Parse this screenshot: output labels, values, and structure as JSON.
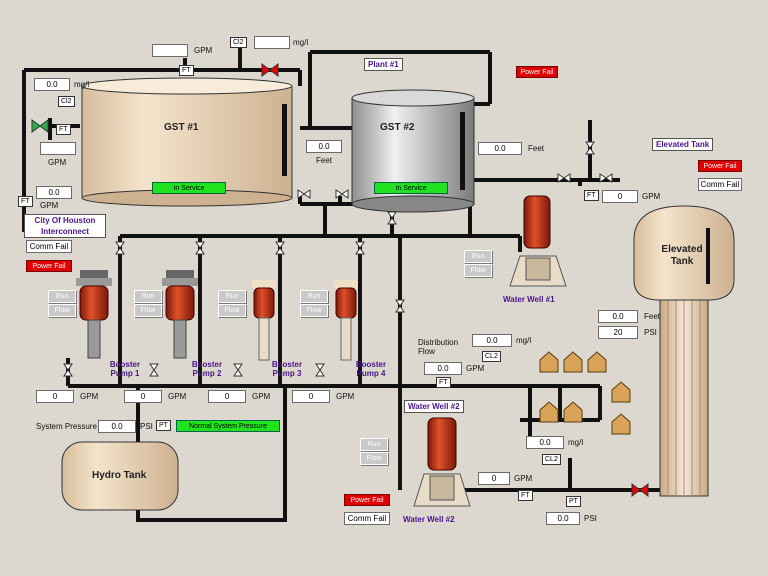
{
  "colors": {
    "pipe": "#111111",
    "background": "#dcd8cf",
    "alarm": "#e00000",
    "ok": "#1ee31e",
    "text_title": "#4a148c"
  },
  "gst1": {
    "label": "GST #1",
    "status": "In Service",
    "inflow_gpm": "",
    "gpm_unit": "GPM",
    "mgl_value": "0.0",
    "mgl_unit": "mg/l",
    "level": "",
    "level_unit": "GPM",
    "outflow_gpm": "0.0",
    "outflow_unit": "GPM",
    "cl2_tag": "Cl2",
    "ft_tag": "FT"
  },
  "gst2": {
    "label": "GST #2",
    "status": "In Service",
    "level_value": "0.0",
    "level_unit": "Feet",
    "feet_value": "0.0",
    "feet_unit": "Feet",
    "mgl_value": "",
    "mgl_unit": "mg/l",
    "cl2_tag": "CL2"
  },
  "plant": {
    "title": "Plant #1",
    "power_fail": "Power Fail"
  },
  "houston": {
    "title": "City Of Houston Interconnect",
    "comm_fail": "Comm Fail",
    "power_fail": "Power Fail",
    "ft_tag": "FT"
  },
  "pumps": [
    {
      "name": "Booster Pump 1",
      "run": "Run",
      "flow": "Flow",
      "gpm": "0",
      "unit": "GPM"
    },
    {
      "name": "Booster Pump 2",
      "run": "Run",
      "flow": "Flow",
      "gpm": "0",
      "unit": "GPM"
    },
    {
      "name": "Booster Pump 3",
      "run": "Run",
      "flow": "Flow",
      "gpm": "0",
      "unit": "GPM"
    },
    {
      "name": "Booster Pump 4",
      "run": "Run",
      "flow": "Flow",
      "gpm": "0",
      "unit": "GPM"
    }
  ],
  "hydro": {
    "label": "Hydro Tank",
    "sys_pressure_label": "System Pressure",
    "pressure_value": "0.0",
    "pressure_unit": "PSI",
    "pt_tag": "PT",
    "status": "Normal System Pressure"
  },
  "well1": {
    "title": "Water Well #1",
    "run": "Run",
    "flow": "Flow",
    "gpm_value": "0",
    "gpm_unit": "GPM",
    "ft_tag": "FT"
  },
  "well2": {
    "title": "Water Well #2",
    "run": "Run",
    "flow": "Flow",
    "power_fail": "Power Fail",
    "comm_fail": "Comm Fail",
    "gpm_value": "0",
    "gpm_unit": "GPM",
    "mgl_value": "0.0",
    "mgl_unit": "mg/l",
    "psi_value": "0.0",
    "psi_unit": "PSI",
    "ft_tag": "FT",
    "cl2_tag": "CL2",
    "pt_tag": "PT"
  },
  "distribution": {
    "label": "Distribution Flow",
    "gpm_value": "0.0",
    "gpm_unit": "GPM",
    "mgl_value": "0.0",
    "mgl_unit": "mg/l",
    "ft_tag": "FT",
    "cl2_tag": "CL2"
  },
  "elevated": {
    "title": "Elevated Tank",
    "label": "Elevated Tank",
    "power_fail": "Power Fail",
    "comm_fail": "Comm Fail",
    "feet_value": "0.0",
    "feet_unit": "Feet",
    "psi_value": "20",
    "psi_unit": "PSI"
  }
}
